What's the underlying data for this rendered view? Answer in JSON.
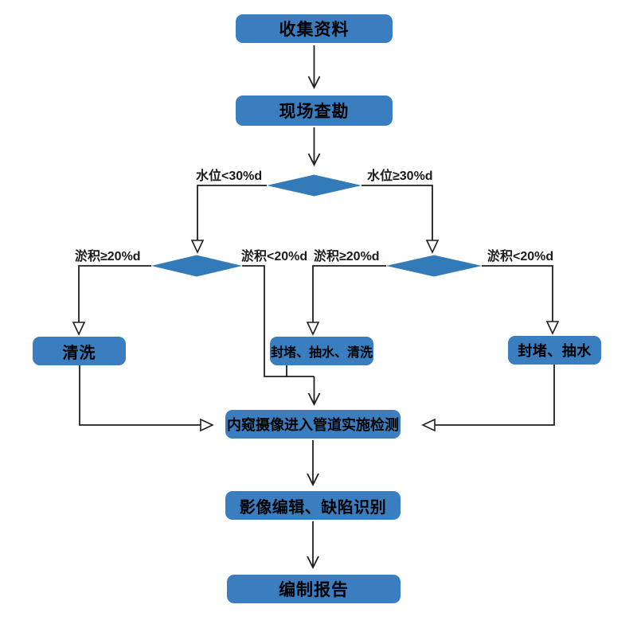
{
  "flowchart": {
    "nodes": {
      "collect": {
        "label": "收集资料"
      },
      "survey": {
        "label": "现场查勘"
      },
      "cleaning": {
        "label": "清洗"
      },
      "plug_pump_clean": {
        "label": "封堵、抽水、清洗"
      },
      "plug_pump": {
        "label": "封堵、抽水"
      },
      "inspection": {
        "label": "内窥摄像进入管道实施检测"
      },
      "image_editing": {
        "label": "影像编辑、缺陷识别"
      },
      "report": {
        "label": "编制报告"
      }
    },
    "edge_labels": {
      "water_lt_30": "水位<30%d",
      "water_ge_30": "水位≥30%d",
      "silt_ge_20_left": "淤积≥20%d",
      "silt_lt_20_left": "淤积<20%d",
      "silt_ge_20_right": "淤积≥20%d",
      "silt_lt_20_right": "淤积<20%d"
    },
    "colors": {
      "node_fill": "#3a7ebf",
      "diamond_fill": "#337ab8",
      "line": "#1f1f1f",
      "node_text": "#000000",
      "label_text": "#1a1a1a",
      "background": "#ffffff"
    }
  }
}
